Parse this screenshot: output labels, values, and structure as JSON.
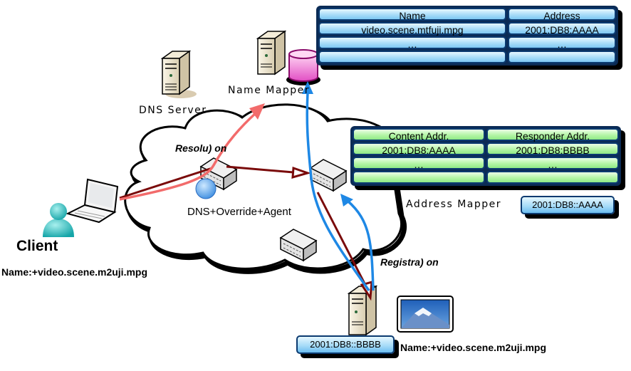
{
  "name_mapper_table": {
    "headers": [
      "Name",
      "Address"
    ],
    "rows": [
      [
        "video.scene.mtfuji.mpg",
        "2001:DB8:AAAA"
      ],
      [
        "…",
        "…"
      ],
      [
        "",
        ""
      ]
    ]
  },
  "address_mapper_table": {
    "headers": [
      "Content Addr.",
      "Responder Addr."
    ],
    "rows": [
      [
        "2001:DB8:AAAA",
        "2001:DB8:BBBB"
      ],
      [
        "…",
        "…"
      ],
      [
        "",
        ""
      ]
    ]
  },
  "labels": {
    "name_mapper": "Name Mapper",
    "dns_server": "DNS Server",
    "address_mapper": "Address Mapper",
    "dns_override_agent": "DNS+Override+Agent",
    "client": "Client",
    "client_name": "Name:+video.scene.m2uji.mpg",
    "resolution": "Resolu) on",
    "registration": "Registra) on",
    "content_name": "Name:+video.scene.m2uji.mpg"
  },
  "badges": {
    "address_mapper_addr": "2001:DB8::AAAA",
    "responder_addr": "2001:DB8::BBBB"
  },
  "colors": {
    "resolution_arrow": "#f26b6b",
    "registration_arrow": "#1e88e5",
    "forward_arrow": "#7a0a0a",
    "database": "#e86bd0",
    "blue_table": "#a8dcf8",
    "green_table": "#b4f5a6"
  }
}
